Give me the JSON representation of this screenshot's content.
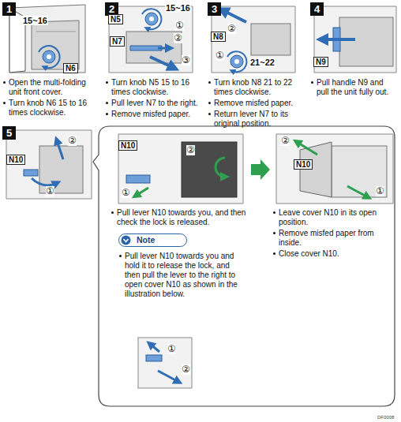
{
  "diagram": {
    "nodes": [
      {
        "text": [
          "1"
        ]
      },
      {
        "text": [
          "N6"
        ]
      },
      {
        "text": [
          "2"
        ]
      },
      {
        "text": [
          "N5"
        ]
      },
      {
        "text": [
          "N7"
        ]
      },
      {
        "text": [
          "3"
        ]
      },
      {
        "text": [
          "N8"
        ]
      },
      {
        "text": [
          "4"
        ]
      },
      {
        "text": [
          "N9"
        ]
      },
      {
        "text": [
          "5"
        ]
      },
      {
        "text": [
          "N10"
        ]
      },
      {
        "text": [
          "Pull lever N10 towards you, and then check the lock is released.",
          "Pull lever N10 towards you and hold it to release the lock, and then pull the lever to the right to open cover N10 as shown in the illustration below.",
          "Leave cover N10 in its open position.",
          "Remove misfed paper from inside.",
          "Close cover N10."
        ]
      },
      {
        "text": [
          "N10"
        ],
        "in": 11
      },
      {
        "text": [
          "Note"
        ],
        "in": 11
      },
      {
        "text": [
          "N10"
        ],
        "in": 11
      }
    ],
    "labels": [
      "15~16",
      "Open the multi-folding unit front cover.",
      "Turn knob N6 15 to 16 times clockwise.",
      "15~16",
      "①",
      "②",
      "③",
      "Turn knob N5 15 to 16 times clockwise.",
      "Pull lever N7 to the right.",
      "Remove misfed paper.",
      "②",
      "①",
      "21~22",
      "Turn knob N8 21 to 22 times clockwise.",
      "Remove misfed paper.",
      "Return lever N7 to its original position.",
      "Pull handle N9 and pull the unit fully out.",
      "②",
      "①",
      "①",
      "②",
      "②",
      "①",
      "①",
      "②",
      "DF0008"
    ]
  }
}
